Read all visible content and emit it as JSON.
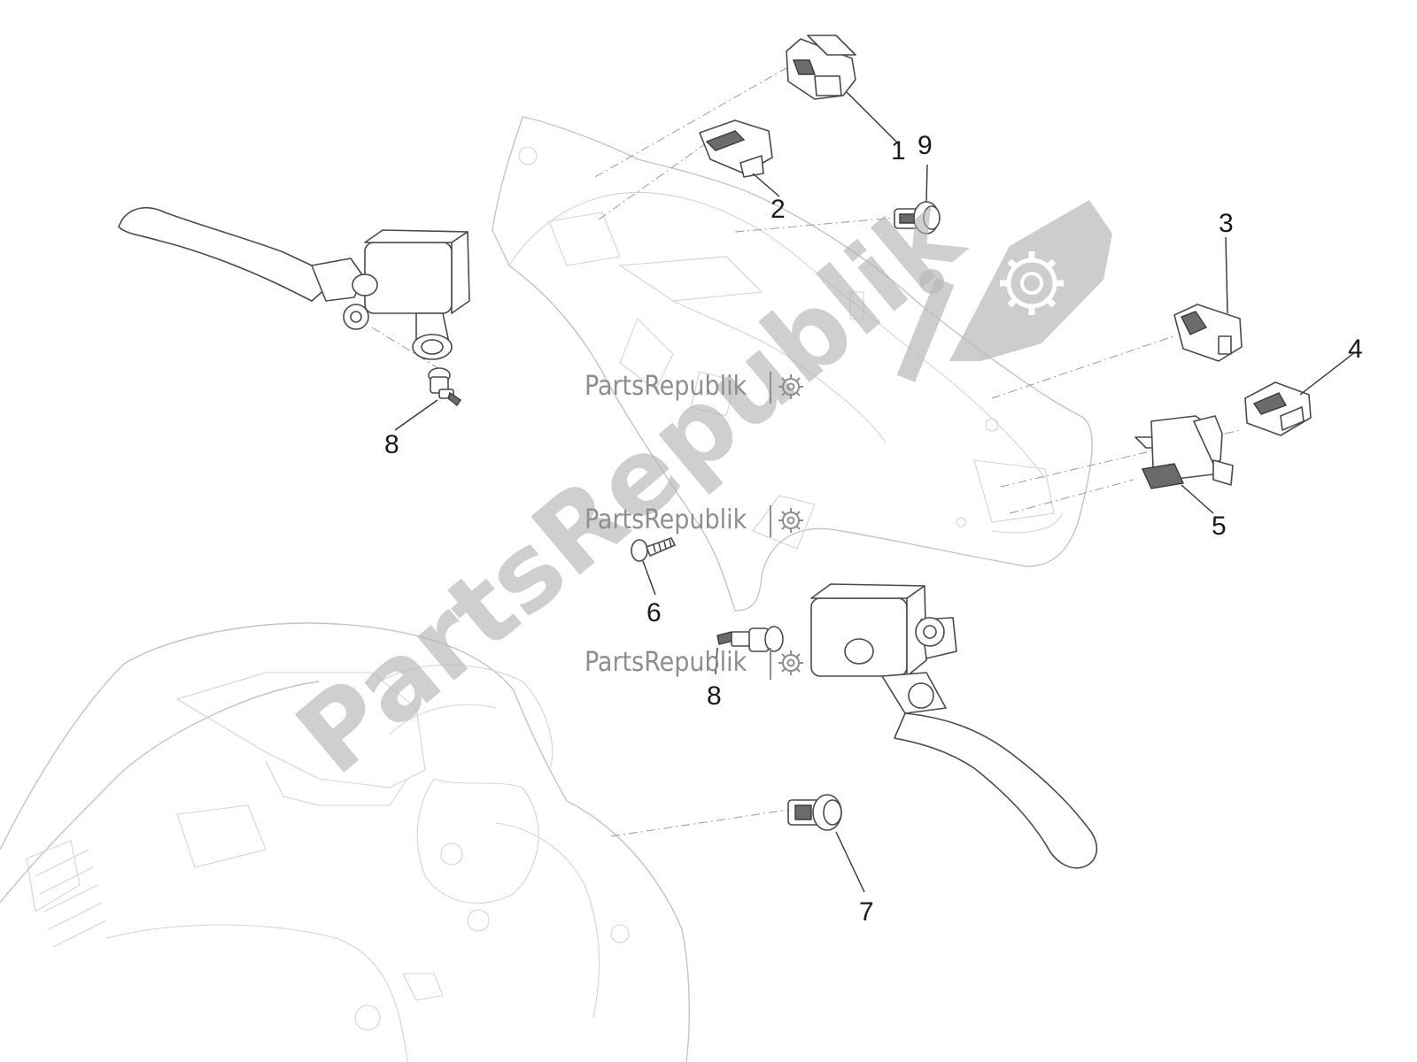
{
  "callouts": {
    "c1": "1",
    "c2": "2",
    "c3": "3",
    "c4": "4",
    "c5": "5",
    "c6": "6",
    "c7": "7",
    "c8a": "8",
    "c8b": "8",
    "c9": "9"
  },
  "watermark": {
    "brand_large": "PartsRepublik",
    "brand_small_1": "PartsRepublik",
    "brand_small_2": "PartsRepublik",
    "brand_small_3": "PartsRepublik",
    "logo_icon": "gear-icon"
  },
  "colors": {
    "line": "#4a4a4a",
    "body_outline": "#c4c4c4",
    "watermark": "#b3b3b3"
  }
}
